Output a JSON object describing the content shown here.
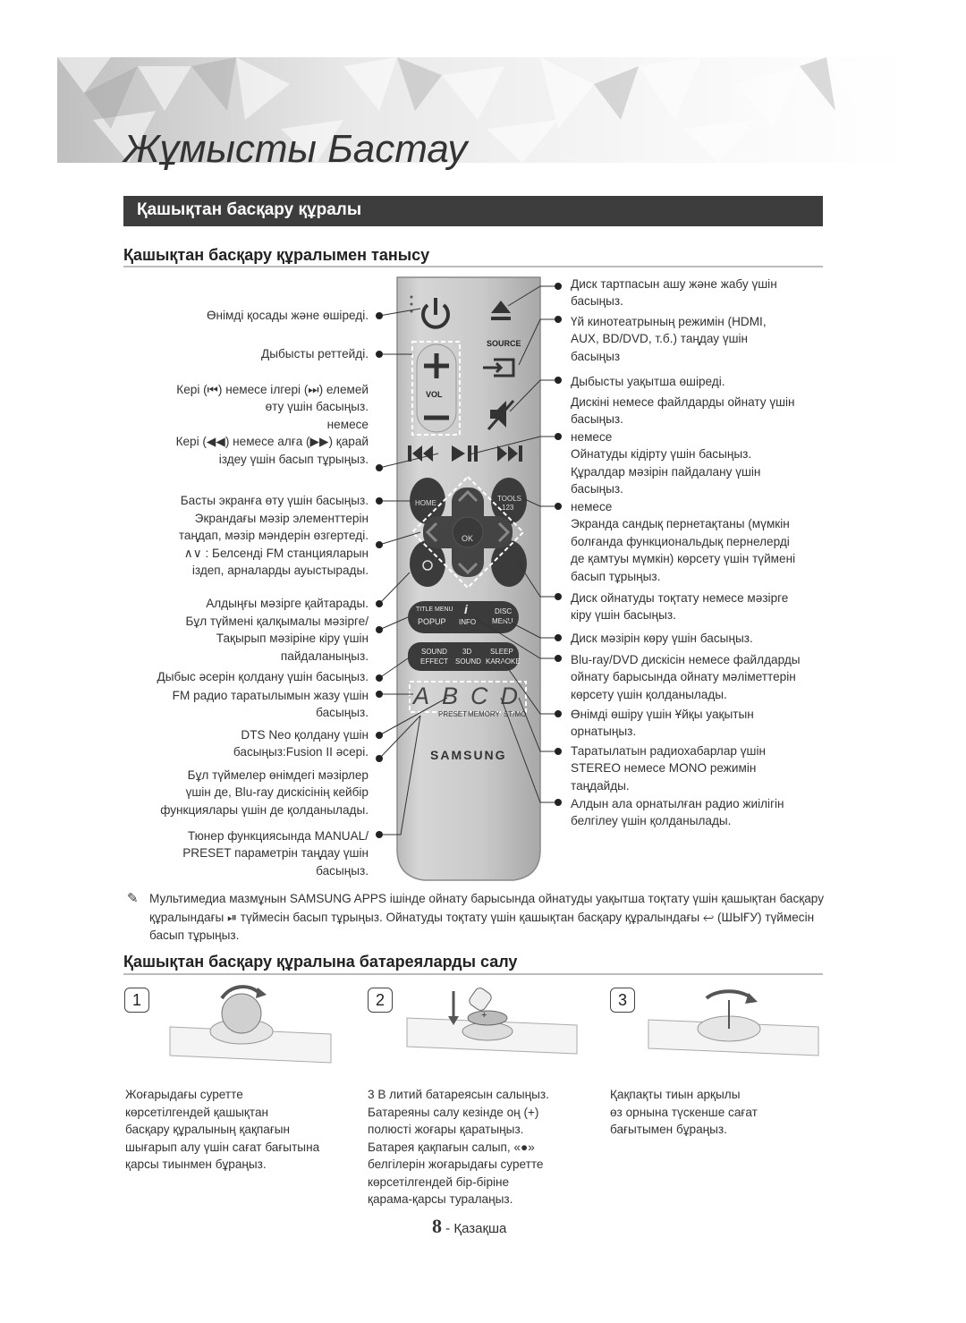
{
  "chapter_title": "Жұмысты Бастау",
  "section_title": "Қашықтан басқару құралы",
  "subsection_1": "Қашықтан басқару құралымен танысу",
  "subsection_2": "Қашықтан басқару құралына батареяларды салу",
  "remote": {
    "source_label": "SOURCE",
    "vol_label": "VOL",
    "home_label": "HOME",
    "tools_label": "TOOLS",
    "tools_sub": "123",
    "ok_label": "OK",
    "title_menu": "TITLE MENU",
    "popup": "POPUP",
    "info_icon": "i",
    "info": "INFO",
    "disc": "DISC",
    "menu": "MENU",
    "sound": "SOUND",
    "effect": "EFFECT",
    "three_d": "3D",
    "three_d_sound": "SOUND",
    "sleep": "SLEEP",
    "karaoke": "KARAOKE",
    "letters": [
      "A",
      "B",
      "C",
      "D"
    ],
    "preset": "PRESET",
    "memory": "MEMORY",
    "st_mo": "ST/MO",
    "brand": "SAMSUNG"
  },
  "left_labels": [
    "Өнімді қосады және өшіреді.",
    "Дыбысты реттейді.",
    "Кері (⏮) немесе ілгері (⏭) елемей\nөту үшін басыңыз.\nнемесе\nКері (◀◀) немесе алға (▶▶) қарай\nіздеу үшін басып тұрыңыз.",
    "Басты экранға өту үшін басыңыз.",
    "Экрандағы мәзір элементтерін\nтаңдап, мәзір мәндерін өзгертеді.\n∧∨ : Белсенді FM станцияларын\nіздеп, арналарды ауыстырады.",
    "Алдыңғы мәзірге қайтарады.",
    "Бұл түймені қалқымалы мәзірге/\nТақырып мәзіріне кіру үшін\nпайдаланыңыз.",
    "Дыбыс әсерін қолдану үшін басыңыз.",
    "FM радио таратылымын жазу үшін\nбасыңыз.",
    "DTS Neo қолдану үшін\nбасыңыз:Fusion II әсері.",
    "Бұл түймелер өнімдегі мәзірлер\nүшін де, Blu-ray дискісінің кейбір\nфункциялары үшін де қолданылады.",
    "Тюнер функциясында MANUAL/\nPRESET параметрін таңдау үшін\nбасыңыз."
  ],
  "right_labels": [
    "Диск тартпасын ашу және жабу үшін\nбасыңыз.",
    "Үй кинотеатрының режимін (HDMI,\nAUX, BD/DVD, т.б.) таңдау үшін\nбасыңыз",
    "Дыбысты уақытша өшіреді.",
    "Дискіні немесе файлдарды ойнату үшін\nбасыңыз.",
    "немесе\nОйнатуды кідірту үшін басыңыз.",
    "Құралдар мәзірін пайдалану үшін\nбасыңыз.",
    "немесе\nЭкранда сандық пернетақтаны (мүмкін\nболғанда функциональдық пернелерді\nде қамтуы мүмкін) көрсету үшін түймені\nбасып тұрыңыз.",
    "Диск ойнатуды тоқтату немесе мәзірге\nкіру үшін басыңыз.",
    "Диск мәзірін көру үшін басыңыз.",
    "Blu-ray/DVD дискісін немесе файлдарды\nойнату барысында ойнату мәліметтерін\nкөрсету үшін қолданылады.",
    "Өнімді өшіру үшін Ұйқы уақытын\nорнатыңыз.",
    "Таратылатын радиохабарлар үшін\nSTEREO немесе MONO режимін\nтаңдайды.",
    "Алдын ала орнатылған радио жиілігін\nбелгілеу үшін қолданылады."
  ],
  "note": "Мультимедиа мазмұнын SAMSUNG APPS ішінде ойнату барысында ойнатуды уақытша тоқтату үшін қашықтан басқару құралындағы ⏯ түймесін басып тұрыңыз. Ойнатуды тоқтату үшін қашықтан басқару құралындағы ↩ (ШЫҒУ) түймесін басып тұрыңыз.",
  "steps": [
    {
      "num": "1",
      "text": "Жоғарыдағы суретте\nкөрсетілгендей қашықтан\nбасқару құралының қақпағын\nшығарып алу үшін сағат бағытына\nқарсы тиынмен бұраңыз."
    },
    {
      "num": "2",
      "text": "3 В литий батареясын салыңыз.\nБатареяны салу кезінде оң (+)\nполюсті жоғары қаратыңыз.\nБатарея қақпағын салып, «●»\nбелгілерін жоғарыдағы суретте\nкөрсетілгендей бір-біріне\nқарама-қарсы туралаңыз."
    },
    {
      "num": "3",
      "text": "Қақпақты тиын арқылы\nөз орнына түскенше сағат\nбағытымен бұраңыз."
    }
  ],
  "battery_plus": "+",
  "page_number": "8",
  "page_lang": "- Қазақша"
}
